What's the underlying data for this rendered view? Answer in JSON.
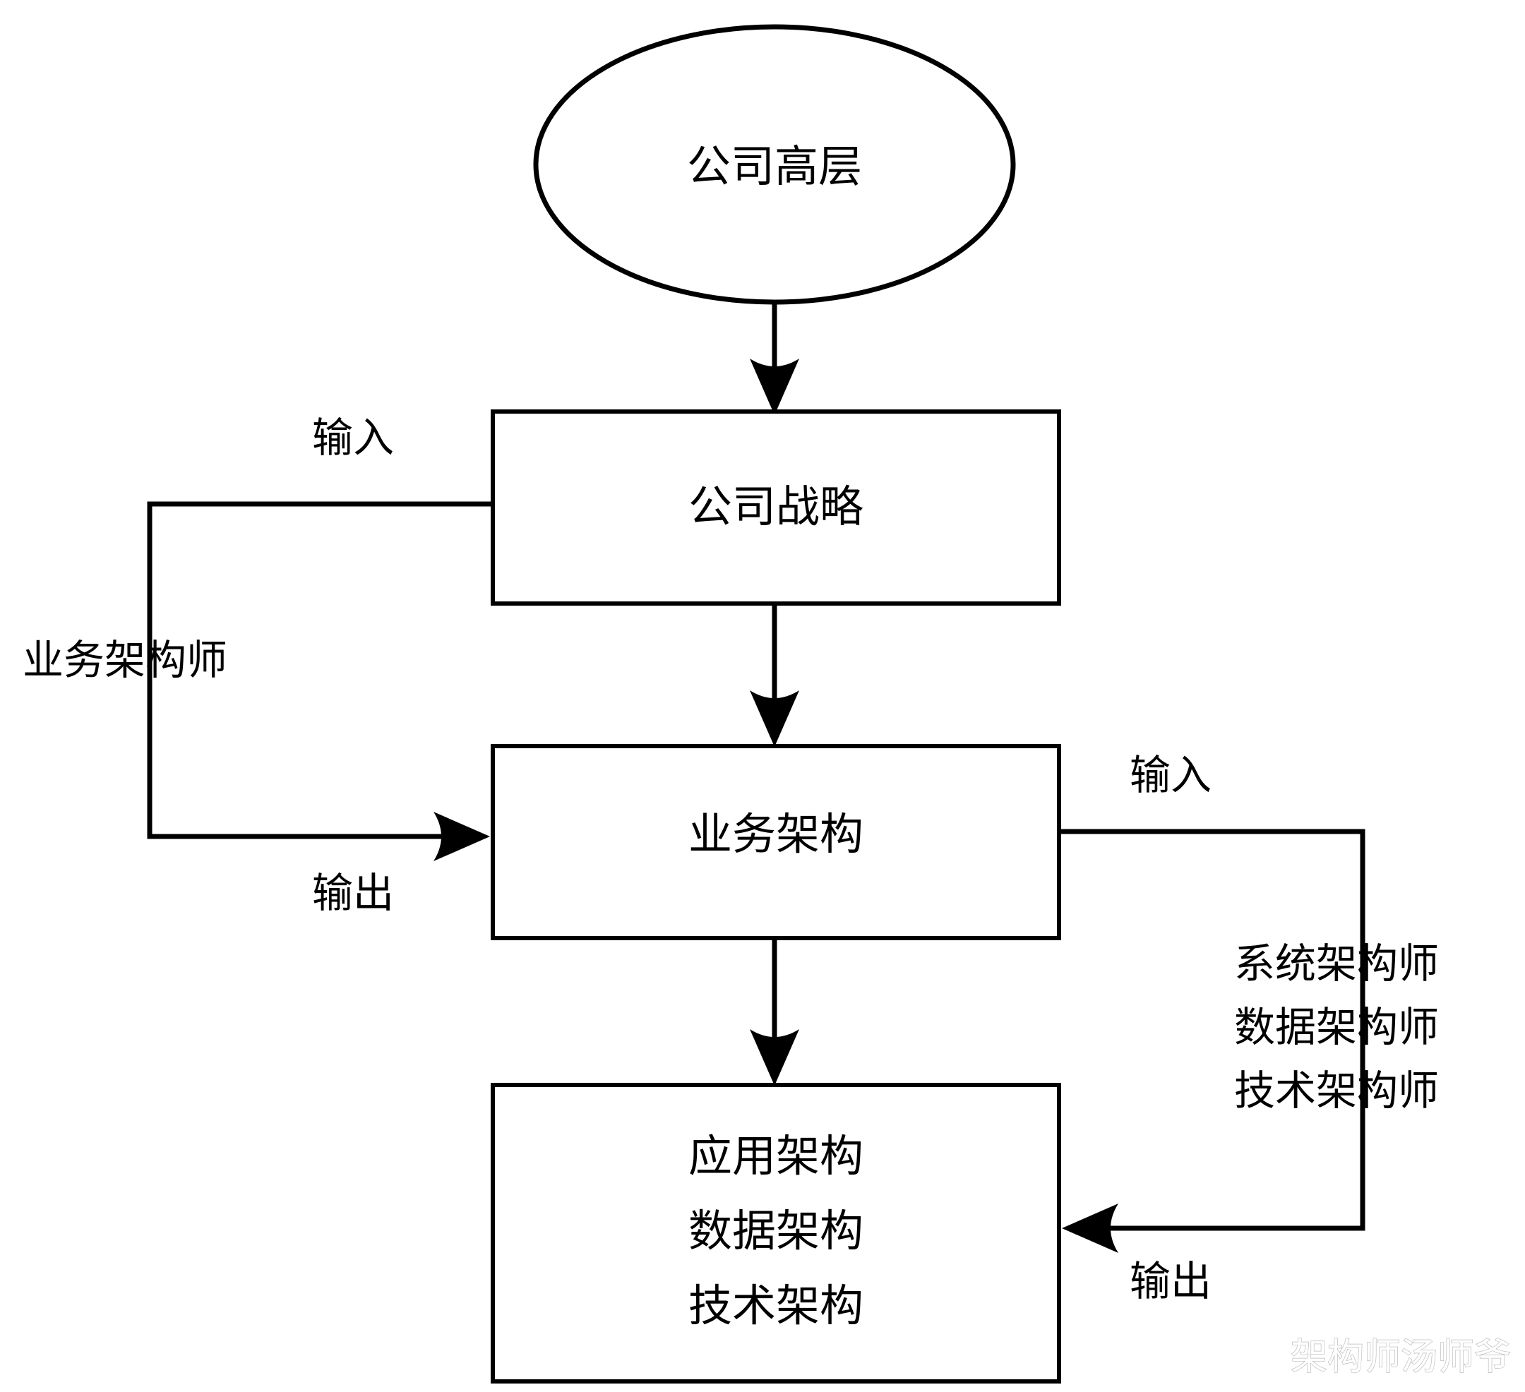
{
  "diagram": {
    "title_node": "公司高层",
    "nodes": [
      {
        "id": "exec",
        "shape": "ellipse",
        "label": "公司高层"
      },
      {
        "id": "strategy",
        "shape": "rectangle",
        "label": "公司战略"
      },
      {
        "id": "bizarch",
        "shape": "rectangle",
        "label": "业务架构"
      },
      {
        "id": "apparch",
        "shape": "rectangle",
        "label_lines": [
          "应用架构",
          "数据架构",
          "技术架构"
        ]
      }
    ],
    "node_labels": {
      "exec": "公司高层",
      "strategy": "公司战略",
      "bizarch": "业务架构",
      "apparch_line1": "应用架构",
      "apparch_line2": "数据架构",
      "apparch_line3": "技术架构"
    },
    "edge_labels": {
      "left_input": "输入",
      "left_role": "业务架构师",
      "left_output": "输出",
      "right_input": "输入",
      "right_role_line1": "系统架构师",
      "right_role_line2": "数据架构师",
      "right_role_line3": "技术架构师",
      "right_output": "输出"
    },
    "edges": [
      {
        "from": "exec",
        "to": "strategy",
        "label": ""
      },
      {
        "from": "strategy",
        "to": "bizarch",
        "label": ""
      },
      {
        "from": "bizarch",
        "to": "apparch",
        "label": ""
      },
      {
        "from": "strategy",
        "to": "bizarch",
        "label": "业务架构师",
        "route": "left-loop",
        "tail_label": "输入",
        "head_label": "输出"
      },
      {
        "from": "bizarch",
        "to": "apparch",
        "label": "系统架构师 / 数据架构师 / 技术架构师",
        "route": "right-loop",
        "tail_label": "输入",
        "head_label": "输出"
      }
    ],
    "watermark": "架构师汤师爷",
    "colors": {
      "stroke": "#000000",
      "fill": "#ffffff",
      "background": "#ffffff",
      "watermark": "#bcbcbc"
    }
  }
}
